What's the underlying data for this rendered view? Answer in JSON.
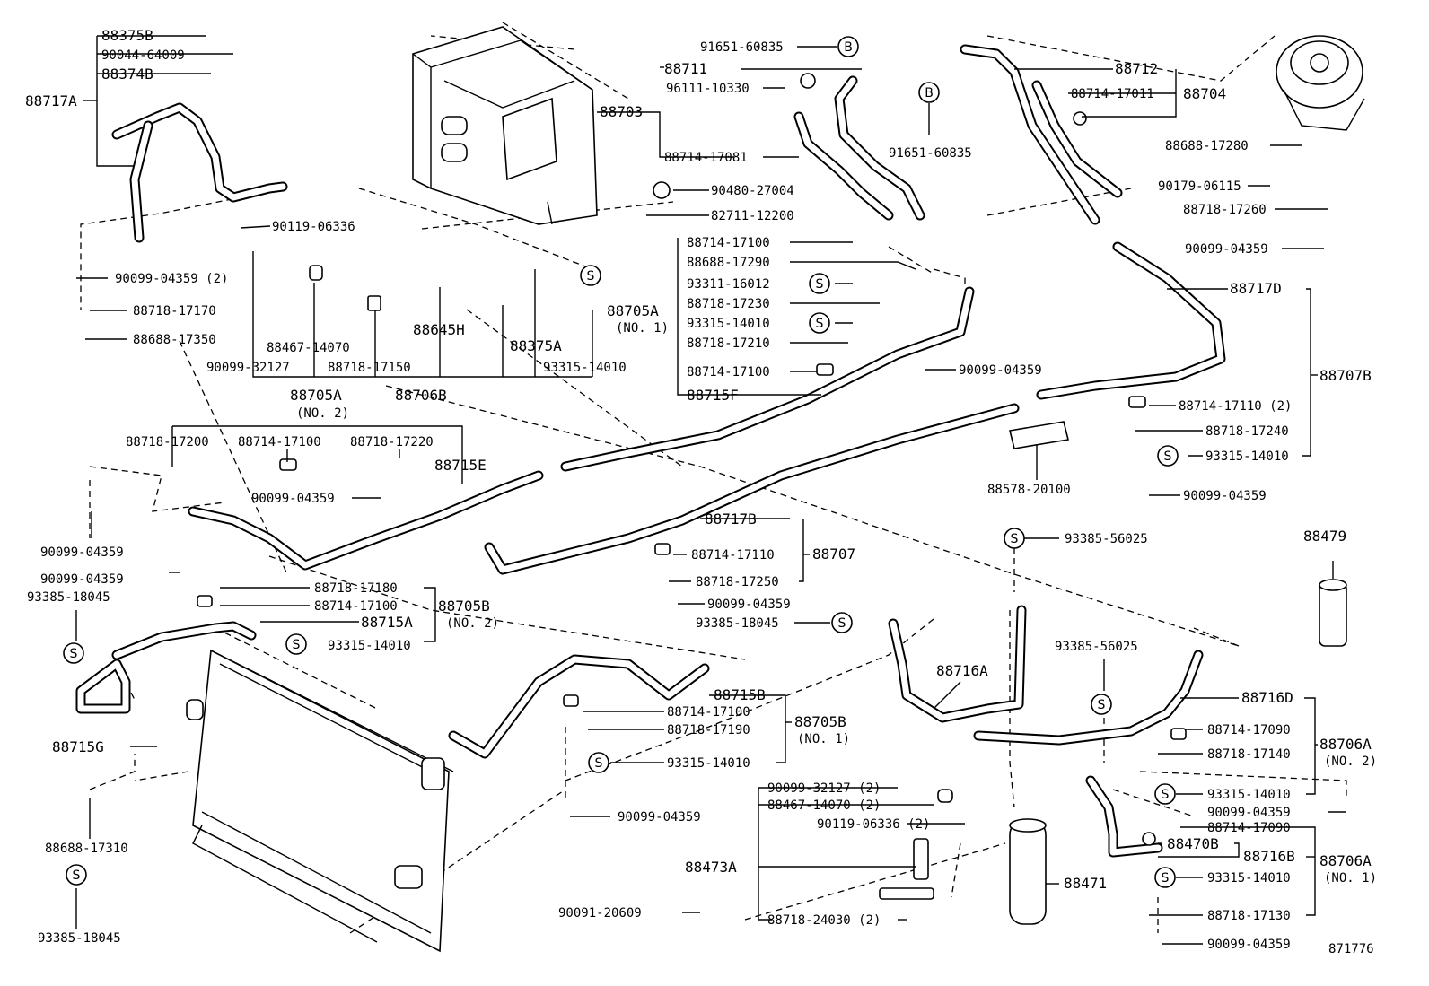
{
  "diagram_id": "871776",
  "symbols": {
    "s": "S",
    "b": "B"
  },
  "labels": {
    "p88375B": "88375B",
    "p90044_64009": "90044-64009",
    "p88374B": "88374B",
    "p88717A": "88717A",
    "p90099_04359_2a": "90099-04359 (2)",
    "p88718_17170": "88718-17170",
    "p88688_17350": "88688-17350",
    "p90119_06336": "90119-06336",
    "p88703": "88703",
    "p90099_32127": "90099-32127",
    "p88467_14070": "88467-14070",
    "p88718_17150": "88718-17150",
    "p88645H": "88645H",
    "p88375A": "88375A",
    "p93315_14010a": "93315-14010",
    "p88705A_no2": "88705A",
    "p_no2a": "(NO. 2)",
    "p88706B": "88706B",
    "p88718_17200": "88718-17200",
    "p88714_17100a": "88714-17100",
    "p88718_17220": "88718-17220",
    "p88715E": "88715E",
    "p90099_04359a": "90099-04359",
    "p90099_04359b": "90099-04359",
    "p90099_04359c": "90099-04359",
    "p93385_18045a": "93385-18045",
    "p88718_17180": "88718-17180",
    "p88714_17100b": "88714-17100",
    "p88705B_no2": "88705B",
    "p_no2b": "(NO. 2)",
    "p88715A": "88715A",
    "p93315_14010b": "93315-14010",
    "p88715G": "88715G",
    "p88688_17310": "88688-17310",
    "p93385_18045b": "93385-18045",
    "p91651_60835a": "91651-60835",
    "p88711": "88711",
    "p96111_10330": "96111-10330",
    "p88714_17081": "88714-17081",
    "p91651_60835b": "91651-60835",
    "p90480_27004": "90480-27004",
    "p82711_12200": "82711-12200",
    "p88714_17100c": "88714-17100",
    "p88688_17290": "88688-17290",
    "p93311_16012": "93311-16012",
    "p88718_17230": "88718-17230",
    "p93315_14010c": "93315-14010",
    "p88718_17210": "88718-17210",
    "p88714_17100d": "88714-17100",
    "p88715F": "88715F",
    "p88705A_no1": "88705A",
    "p_no1a": "(NO. 1)",
    "p90099_04359d": "90099-04359",
    "p88712": "88712",
    "p88714_17011": "88714-17011",
    "p88704": "88704",
    "p88688_17280": "88688-17280",
    "p90179_06115": "90179-06115",
    "p88718_17260": "88718-17260",
    "p90099_04359e": "90099-04359",
    "p88717D": "88717D",
    "p88707B": "88707B",
    "p88714_17110_2": "88714-17110 (2)",
    "p88718_17240": "88718-17240",
    "p93315_14010d": "93315-14010",
    "p88578_20100": "88578-20100",
    "p90099_04359f": "90099-04359",
    "p88717B": "88717B",
    "p88714_17110": "88714-17110",
    "p88707": "88707",
    "p88718_17250": "88718-17250",
    "p90099_04359g": "90099-04359",
    "p93385_18045c": "93385-18045",
    "p93385_56025a": "93385-56025",
    "p88479": "88479",
    "p88716A": "88716A",
    "p88715B": "88715B",
    "p88714_17100e": "88714-17100",
    "p88718_17190": "88718-17190",
    "p88705B_no1": "88705B",
    "p_no1b": "(NO. 1)",
    "p93315_14010e": "93315-14010",
    "p90099_04359h": "90099-04359",
    "p93385_56025b": "93385-56025",
    "p88716D": "88716D",
    "p88714_17090a": "88714-17090",
    "p88718_17140": "88718-17140",
    "p88706A_no2": "88706A",
    "p_no2c": "(NO. 2)",
    "p93315_14010f": "93315-14010",
    "p90099_04359i": "90099-04359",
    "p88714_17090b": "88714-17090",
    "p88470B": "88470B",
    "p88716B": "88716B",
    "p88706A_no1": "88706A",
    "p_no1c": "(NO. 1)",
    "p93315_14010g": "93315-14010",
    "p88718_17130": "88718-17130",
    "p90099_04359j": "90099-04359",
    "p90099_32127_2": "90099-32127 (2)",
    "p88467_14070_2": "88467-14070 (2)",
    "p90119_06336_2": "90119-06336 (2)",
    "p88473A": "88473A",
    "p90091_20609": "90091-20609",
    "p88718_24030_2": "88718-24030 (2)",
    "p88471": "88471"
  }
}
